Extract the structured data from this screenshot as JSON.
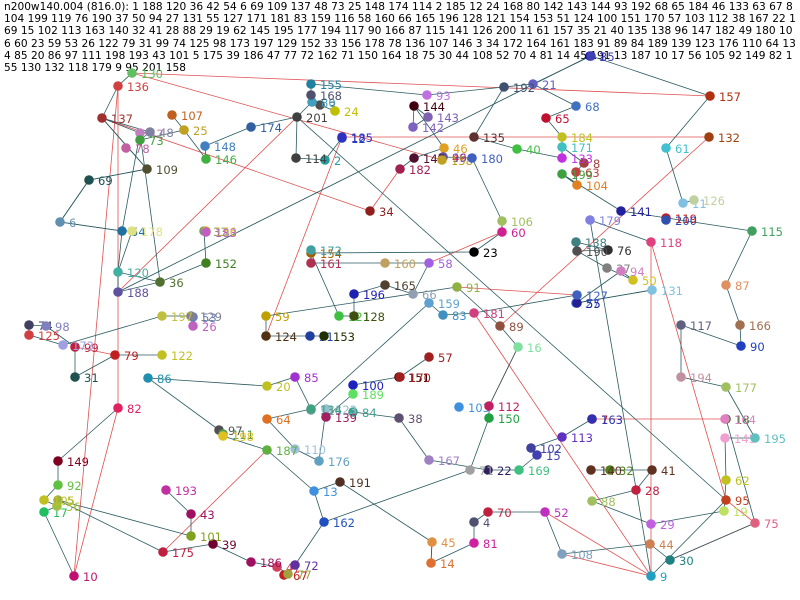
{
  "header_text": "n200w140.004 (816.0): 1 188 120 36 42 54 6 69 109 137 48 73 25 148 174 114 2 185 12 24 168 80 142 143 144 93 192 68 65 184 46 133 63 67 8 104 199 119 76 190 37 50 94 27 131 55 127 171 181 83 159 116 58 160 66 165 196 128 121 154 153 51 124 100 151 170 57 103 112 38 167 22 169 15 102 113 163 140 32 41 28 88 29 19 62 145 195 177 194 117 90 166 87 115 141 126 200 11 61 157 35 21 40 135 138 96 147 182 49 180 106 60 23 59 53 26 122 79 31 99 74 125 98 173 197 129 152 33 156 178 78 136 107 146 3 34 172 164 161 183 91 89 84 189 139 123 176 110 64 134 85 20 86 97 111 198 193 43 101 5 175 39 186 47 77 72 162 71 150 164 18 75 30 44 108 52 70 4 81 14 45 191 13 187 10 17 56 105 92 149 82 155 130 132 118 179 9 95 201 158",
  "nodes": [
    {
      "id": "1",
      "x": 1,
      "y": 1,
      "c": "#3b3bd9"
    },
    {
      "id": "2",
      "x": 5,
      "y": 5,
      "c": "#2ab3b3"
    },
    {
      "id": "10",
      "x": 3,
      "y": 2,
      "c": "#d4147d"
    },
    {
      "id": "4",
      "x": 7,
      "y": 3,
      "c": "#a8a0b4"
    }
  ],
  "edges": [],
  "colors": {
    "tour": "#d64040",
    "tree": "#1e4f5a"
  }
}
